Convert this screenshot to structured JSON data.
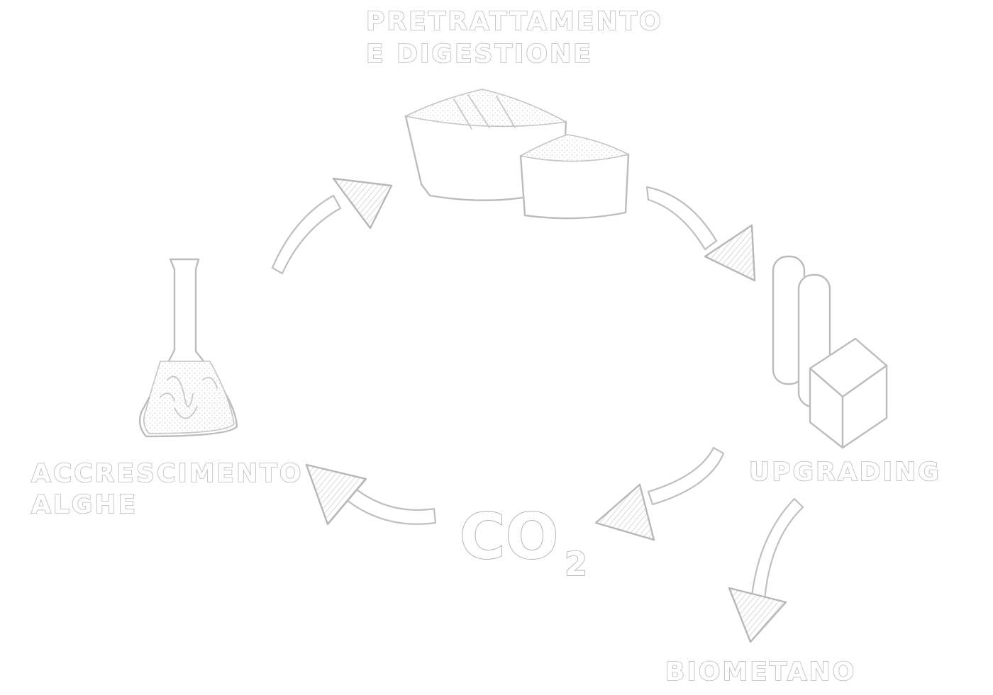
{
  "stages": {
    "pretreatment_line1": "PRETRATTAMENTO",
    "pretreatment_line2": "E DIGESTIONE",
    "upgrading": "UPGRADING",
    "biomethane": "BIOMETANO",
    "co2_main": "CO",
    "co2_sub": "2",
    "algae_line1": "ACCRESCIMENTO",
    "algae_line2": "ALGHE"
  },
  "icons": {
    "digester": "digester-tanks-icon",
    "upgrading": "upgrading-columns-icon",
    "algae": "algae-flask-icon"
  },
  "colors": {
    "background": "#ffffff",
    "outline": "#bcbcbc"
  }
}
